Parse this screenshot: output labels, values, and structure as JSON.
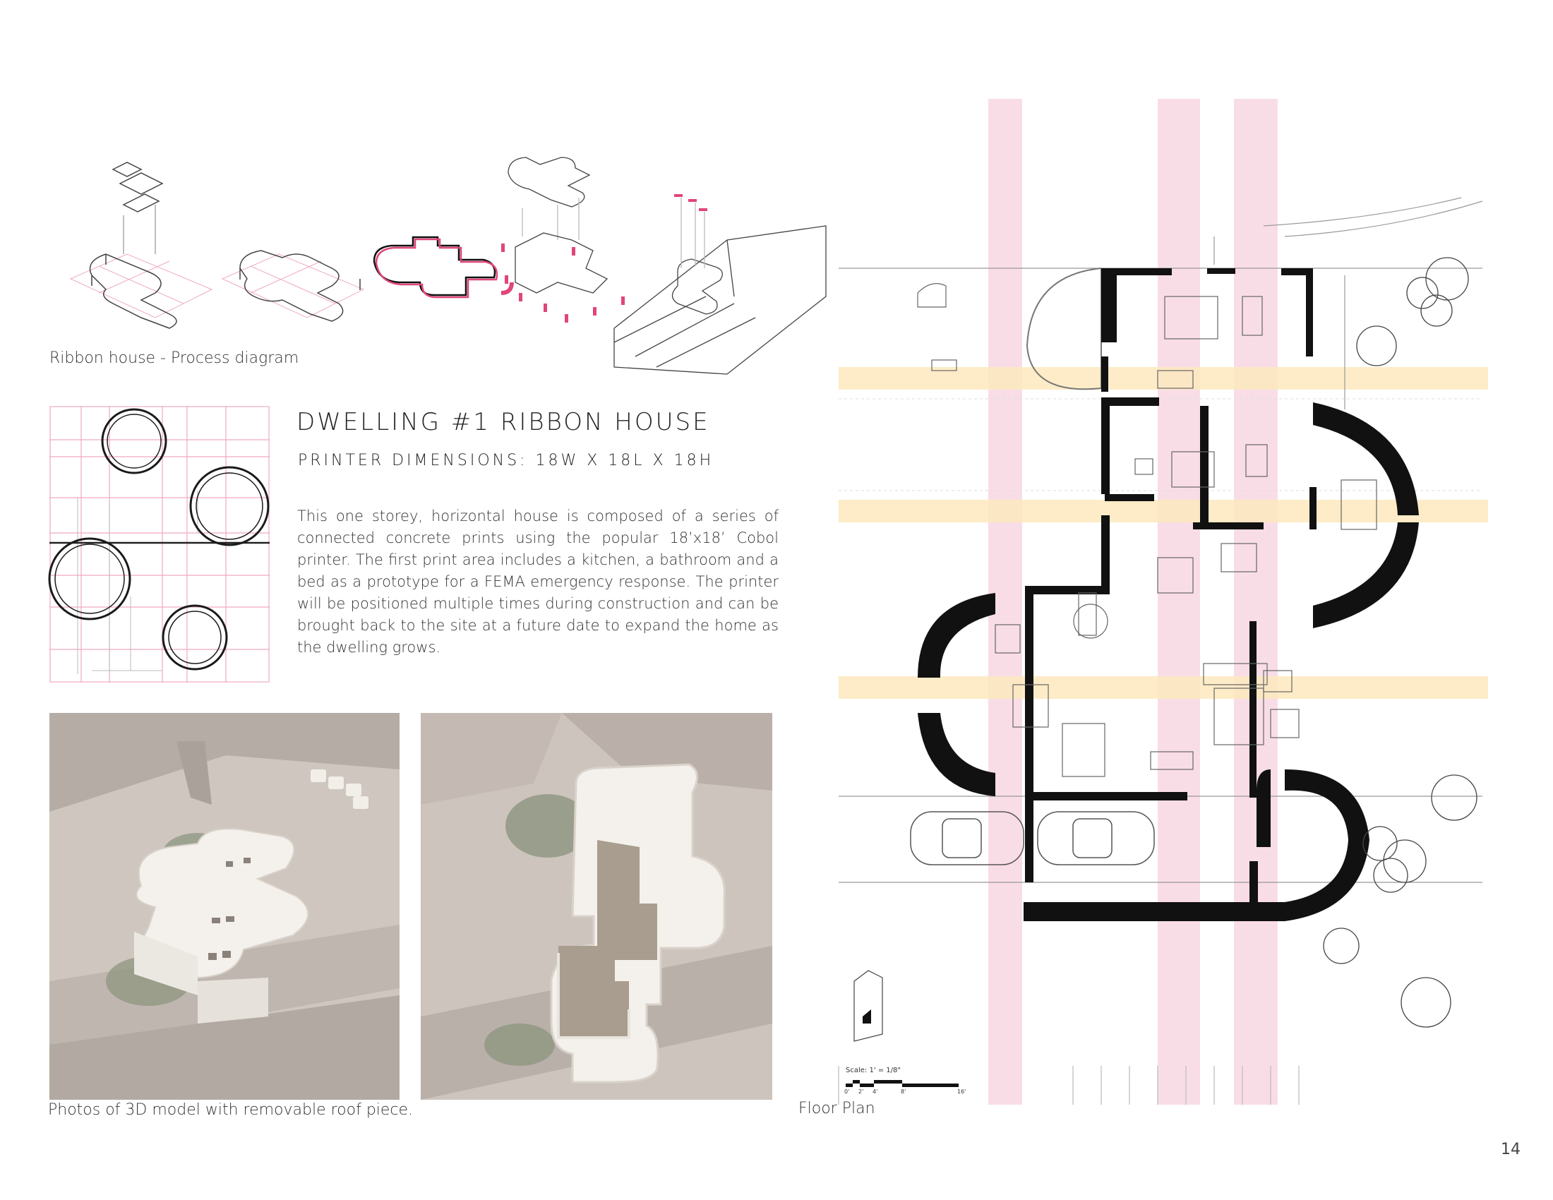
{
  "captions": {
    "process": "Ribbon house - Process diagram",
    "photos": "Photos of 3D model with removable roof piece.",
    "floor_plan": "Floor Plan"
  },
  "heading": {
    "title": "DWELLING #1 RIBBON HOUSE",
    "subtitle": "PRINTER DIMENSIONS: 18W X 18L X 18H"
  },
  "body": "This one storey, horizontal house is composed of a series of connected concrete prints using the popular 18’x18’ Cobol printer. The first print area includes a kitchen, a bathroom and a bed as a prototype for a FEMA emergency response. The printer will be positioned multiple times during construction and can be brought back to the site at a future date to expand the home as the dwelling grows.",
  "scale": {
    "label": "Scale: 1' = 1/8\"",
    "ticks": [
      "0'",
      "2'",
      "4'",
      "8'",
      "16'"
    ]
  },
  "page_number": "14",
  "colors": {
    "printer_band_pink": "#f9dde6",
    "printer_band_yellow": "#fde9bd",
    "accent_magenta": "#e0457b",
    "grid_pink": "#f0a9c0",
    "wall_black": "#111111",
    "model_board": "#bdb3ad",
    "model_white": "#f4f1ec"
  }
}
